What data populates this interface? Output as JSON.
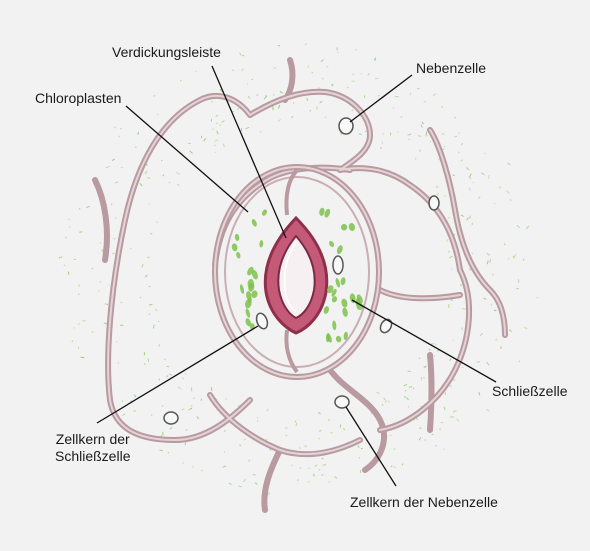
{
  "diagram": {
    "labels": {
      "verdickungsleiste": "Verdickungsleiste",
      "nebenzelle": "Nebenzelle",
      "chloroplasten": "Chloroplasten",
      "schliesszelle": "Schließzelle",
      "zellkern_schliesszelle_line1": "Zellkern der",
      "zellkern_schliesszelle_line2": "Schließzelle",
      "zellkern_nebenzelle": "Zellkern der Nebenzelle"
    },
    "colors": {
      "background": "#f2f2f2",
      "cell_wall": "#b89aa0",
      "cell_wall_inner": "#d9c4c8",
      "thickening": "#9c3a55",
      "chloroplast": "#7cc24a",
      "leader_line": "#111111"
    }
  }
}
